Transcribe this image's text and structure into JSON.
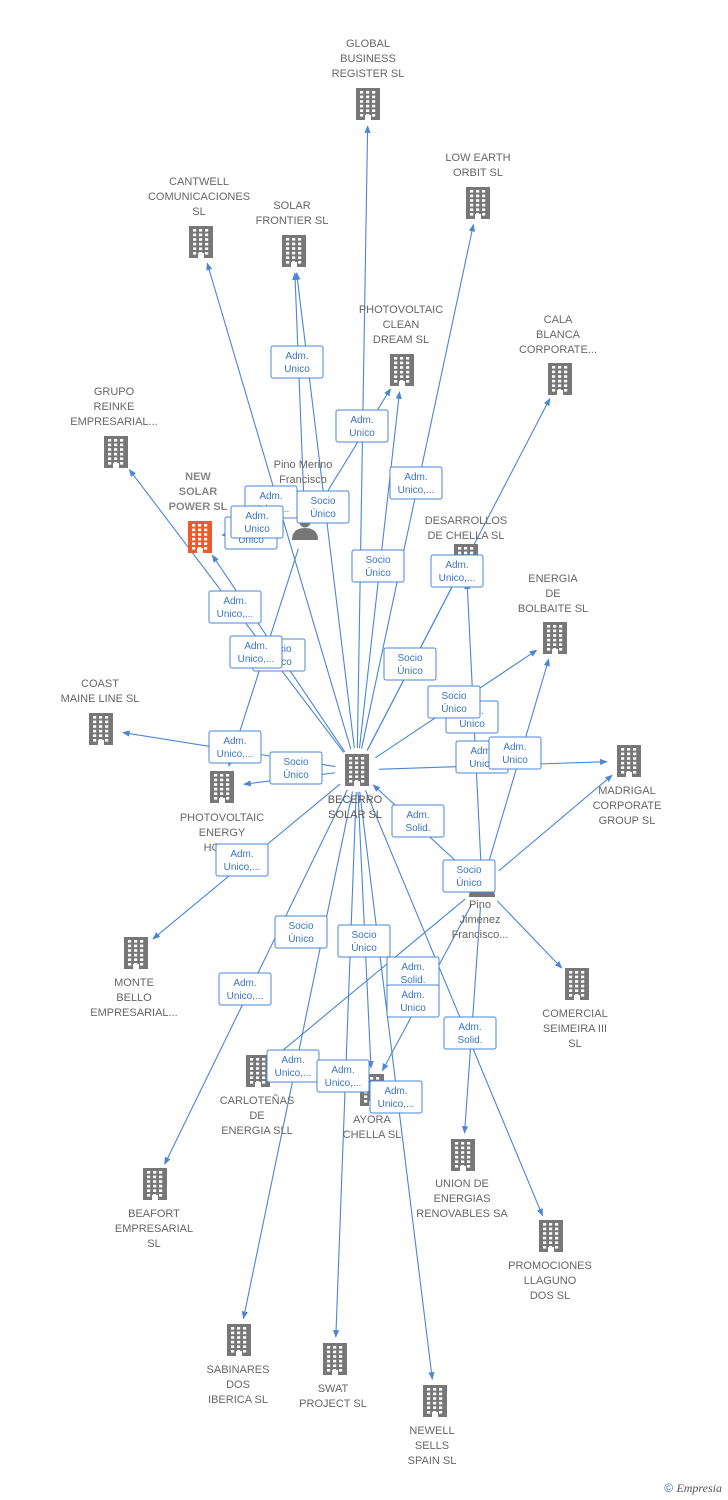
{
  "colors": {
    "edge": "#4a86d4",
    "building": "#777777",
    "focus": "#f05a28",
    "person": "#777777"
  },
  "nodes": [
    {
      "id": "global",
      "type": "company",
      "label": [
        "GLOBAL",
        "BUSINESS",
        "REGISTER  SL"
      ]
    },
    {
      "id": "loworbit",
      "type": "company",
      "label": [
        "LOW EARTH",
        "ORBIT  SL"
      ]
    },
    {
      "id": "cantwell",
      "type": "company",
      "label": [
        "CANTWELL",
        "COMUNICACIONES",
        "SL"
      ]
    },
    {
      "id": "solarfrontier",
      "type": "company",
      "label": [
        "SOLAR",
        "FRONTIER  SL"
      ]
    },
    {
      "id": "photoclean",
      "type": "company",
      "label": [
        "PHOTOVOLTAIC",
        "CLEAN",
        "DREAM  SL"
      ]
    },
    {
      "id": "cala",
      "type": "company",
      "label": [
        "CALA",
        "BLANCA",
        "CORPORATE..."
      ]
    },
    {
      "id": "reinke",
      "type": "company",
      "label": [
        "GRUPO",
        "REINKE",
        "EMPRESARIAL..."
      ]
    },
    {
      "id": "newsolar",
      "type": "focus",
      "label": [
        "NEW",
        "SOLAR",
        "POWER  SL"
      ]
    },
    {
      "id": "pinomerino",
      "type": "person",
      "label": [
        "Pino Merino",
        "Francisco"
      ]
    },
    {
      "id": "desarrollos",
      "type": "company",
      "label": [
        "DESARROLLOS",
        "DE CHELLA  SL"
      ]
    },
    {
      "id": "bolbaite",
      "type": "company",
      "label": [
        "ENERGIA",
        "DE",
        "BOLBAITE  SL"
      ]
    },
    {
      "id": "coast",
      "type": "company",
      "label": [
        "COAST",
        "MAINE LINE  SL"
      ]
    },
    {
      "id": "becerro",
      "type": "center",
      "label": [
        "BECERRO",
        "SOLAR  SL"
      ]
    },
    {
      "id": "madrigal",
      "type": "company",
      "label": [
        "MADRIGAL",
        "CORPORATE",
        "GROUP  SL"
      ]
    },
    {
      "id": "photohori",
      "type": "company",
      "label": [
        "PHOTOVOLTAIC",
        "ENERGY",
        "HORI..."
      ]
    },
    {
      "id": "pinojimenez",
      "type": "person",
      "label": [
        "Pino",
        "Jimenez",
        "Francisco..."
      ]
    },
    {
      "id": "monte",
      "type": "company",
      "label": [
        "MONTE",
        "BELLO",
        "EMPRESARIAL..."
      ]
    },
    {
      "id": "seimeira",
      "type": "company",
      "label": [
        "COMERCIAL",
        "SEIMEIRA III",
        "SL"
      ]
    },
    {
      "id": "carlotenas",
      "type": "company",
      "label": [
        "CARLOTEÑAS",
        "DE",
        "ENERGIA SLL"
      ]
    },
    {
      "id": "ayora",
      "type": "company",
      "label": [
        "AYORA",
        "CHELLA  SL"
      ]
    },
    {
      "id": "union",
      "type": "company",
      "label": [
        "UNION DE",
        "ENERGIAS",
        "RENOVABLES SA"
      ]
    },
    {
      "id": "beafort",
      "type": "company",
      "label": [
        "BEAFORT",
        "EMPRESARIAL",
        "SL"
      ]
    },
    {
      "id": "llaguno",
      "type": "company",
      "label": [
        "PROMOCIONES",
        "LLAGUNO",
        "DOS  SL"
      ]
    },
    {
      "id": "sabinares",
      "type": "company",
      "label": [
        "SABINARES",
        "DOS",
        "IBERICA  SL"
      ]
    },
    {
      "id": "swat",
      "type": "company",
      "label": [
        "SWAT",
        "PROJECT  SL"
      ]
    },
    {
      "id": "newell",
      "type": "company",
      "label": [
        "NEWELL",
        "SELLS",
        "SPAIN  SL"
      ]
    }
  ],
  "edges": [
    {
      "from": "becerro",
      "to": "global"
    },
    {
      "from": "becerro",
      "to": "cantwell"
    },
    {
      "from": "becerro",
      "to": "solarfrontier"
    },
    {
      "from": "becerro",
      "to": "loworbit"
    },
    {
      "from": "becerro",
      "to": "photoclean"
    },
    {
      "from": "becerro",
      "to": "cala"
    },
    {
      "from": "becerro",
      "to": "reinke"
    },
    {
      "from": "becerro",
      "to": "newsolar"
    },
    {
      "from": "becerro",
      "to": "desarrollos"
    },
    {
      "from": "becerro",
      "to": "bolbaite"
    },
    {
      "from": "becerro",
      "to": "coast"
    },
    {
      "from": "becerro",
      "to": "madrigal"
    },
    {
      "from": "becerro",
      "to": "photohori"
    },
    {
      "from": "becerro",
      "to": "monte"
    },
    {
      "from": "becerro",
      "to": "beafort"
    },
    {
      "from": "becerro",
      "to": "sabinares"
    },
    {
      "from": "becerro",
      "to": "swat"
    },
    {
      "from": "becerro",
      "to": "newell"
    },
    {
      "from": "becerro",
      "to": "ayora"
    },
    {
      "from": "pinomerino",
      "to": "solarfrontier"
    },
    {
      "from": "pinomerino",
      "to": "photoclean"
    },
    {
      "from": "pinomerino",
      "to": "newsolar"
    },
    {
      "from": "pinomerino",
      "to": "photohori"
    },
    {
      "from": "pinojimenez",
      "to": "becerro"
    },
    {
      "from": "pinojimenez",
      "to": "desarrollos"
    },
    {
      "from": "pinojimenez",
      "to": "bolbaite"
    },
    {
      "from": "pinojimenez",
      "to": "madrigal"
    },
    {
      "from": "pinojimenez",
      "to": "seimeira"
    },
    {
      "from": "pinojimenez",
      "to": "union"
    },
    {
      "from": "pinojimenez",
      "to": "ayora"
    },
    {
      "from": "pinojimenez",
      "to": "carlotenas"
    },
    {
      "from": "becerro",
      "to": "llaguno"
    }
  ],
  "edge_labels": [
    {
      "lines": [
        "Adm.",
        "Unico"
      ]
    },
    {
      "lines": [
        "Adm.",
        "Unico"
      ]
    },
    {
      "lines": [
        "Adm.",
        "Unico,..."
      ]
    },
    {
      "lines": [
        "Socio",
        "Único"
      ]
    },
    {
      "lines": [
        "Adm.",
        "Unico"
      ]
    },
    {
      "lines": [
        "Adm.",
        "Unico,..."
      ]
    },
    {
      "lines": [
        "Socio",
        "Único"
      ]
    },
    {
      "lines": [
        "Adm.",
        "Unico,..."
      ]
    },
    {
      "lines": [
        "Adm.",
        "Unico,..."
      ]
    },
    {
      "lines": [
        "Adm.",
        "Unico"
      ]
    },
    {
      "lines": [
        "Socio",
        "Único"
      ]
    },
    {
      "lines": [
        "Socio",
        "Único"
      ]
    },
    {
      "lines": [
        "Socio",
        "Único"
      ]
    },
    {
      "lines": [
        "Adm.",
        "Unico"
      ]
    },
    {
      "lines": [
        "Adm.",
        "Unico,..."
      ]
    },
    {
      "lines": [
        "Socio",
        "Único"
      ]
    },
    {
      "lines": [
        "Adm.",
        "Unico"
      ]
    },
    {
      "lines": [
        "Adm.",
        "Unico"
      ]
    },
    {
      "lines": [
        "Adm.",
        "Solid."
      ]
    },
    {
      "lines": [
        "Adm.",
        "Unico,..."
      ]
    },
    {
      "lines": [
        "Socio",
        "Único"
      ]
    },
    {
      "lines": [
        "Socio",
        "Único"
      ]
    },
    {
      "lines": [
        "Socio",
        "Único"
      ]
    },
    {
      "lines": [
        "Adm.",
        "Unico,..."
      ]
    },
    {
      "lines": [
        "Adm.",
        "Solid."
      ]
    },
    {
      "lines": [
        "Adm.",
        "Unico"
      ]
    },
    {
      "lines": [
        "Adm.",
        "Unico,..."
      ]
    },
    {
      "lines": [
        "Adm.",
        "Solid."
      ]
    },
    {
      "lines": [
        "Adm.",
        "Unico,..."
      ]
    },
    {
      "lines": [
        "Adm.",
        "Unico,..."
      ]
    },
    {
      "lines": [
        "Adm.",
        "Unico,..."
      ]
    }
  ],
  "copyright": {
    "symbol": "©",
    "brand": "Empresia"
  }
}
